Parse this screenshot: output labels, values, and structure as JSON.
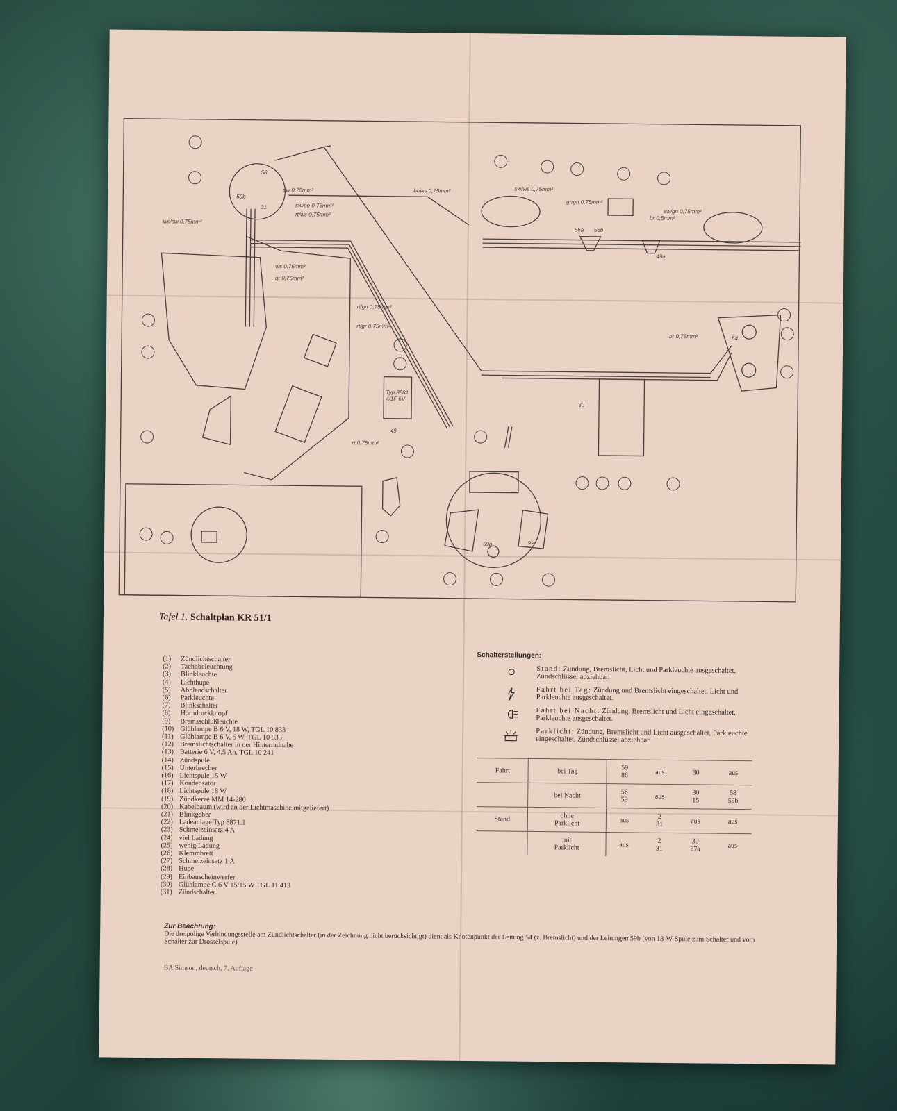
{
  "caption": {
    "prefix": "Tafel 1.",
    "title": "Schaltplan KR 51/1"
  },
  "legend": [
    {
      "n": "(1)",
      "t": "Zündlichtschalter"
    },
    {
      "n": "(2)",
      "t": "Tachobeleuchtung"
    },
    {
      "n": "(3)",
      "t": "Blinkleuchte"
    },
    {
      "n": "(4)",
      "t": "Lichthupe"
    },
    {
      "n": "(5)",
      "t": "Abblendschalter"
    },
    {
      "n": "(6)",
      "t": "Parkleuchte"
    },
    {
      "n": "(7)",
      "t": "Blinkschalter"
    },
    {
      "n": "(8)",
      "t": "Horndruckknopf"
    },
    {
      "n": "(9)",
      "t": "Bremsschlußleuchte"
    },
    {
      "n": "(10)",
      "t": "Glühlampe B 6 V, 18 W, TGL 10 833"
    },
    {
      "n": "(11)",
      "t": "Glühlampe B 6 V, 5 W, TGL 10 833"
    },
    {
      "n": "(12)",
      "t": "Bremslichtschalter in der Hinterradnabe"
    },
    {
      "n": "(13)",
      "t": "Batterie 6 V, 4,5 Ah, TGL 10 241"
    },
    {
      "n": "(14)",
      "t": "Zündspule"
    },
    {
      "n": "(15)",
      "t": "Unterbrecher"
    },
    {
      "n": "(16)",
      "t": "Lichtspule 15 W"
    },
    {
      "n": "(17)",
      "t": "Kondensator"
    },
    {
      "n": "(18)",
      "t": "Lichtspule 18 W"
    },
    {
      "n": "(19)",
      "t": "Zündkerze MM 14-280"
    },
    {
      "n": "(20)",
      "t": "Kabelbaum (wird an der Lichtmaschine mitgeliefert)"
    },
    {
      "n": "(21)",
      "t": "Blinkgeber"
    },
    {
      "n": "(22)",
      "t": "Ladeanlage Typ 8871.1"
    },
    {
      "n": "(23)",
      "t": "Schmelzeinsatz 4 A"
    },
    {
      "n": "(24)",
      "t": "viel Ladung"
    },
    {
      "n": "(25)",
      "t": "wenig Ladung"
    },
    {
      "n": "(26)",
      "t": "Klemmbrett"
    },
    {
      "n": "(27)",
      "t": "Schmelzeinsatz 1 A"
    },
    {
      "n": "(28)",
      "t": "Hupe"
    },
    {
      "n": "(29)",
      "t": "Einbauscheinwerfer"
    },
    {
      "n": "(30)",
      "t": "Glühlampe C 6 V 15/15 W TGL 11 413"
    },
    {
      "n": "(31)",
      "t": "Zündschalter"
    }
  ],
  "switch_positions": {
    "heading": "Schalterstellungen:",
    "items": [
      {
        "label": "Stand:",
        "text": "Zündung, Bremslicht, Licht und Parkleuchte ausgeschaltet. Zündschlüssel abziehbar.",
        "icon": "circle-icon"
      },
      {
        "label": "Fahrt bei Tag:",
        "text": "Zündung und Bremslicht eingeschaltet, Licht und Parkleuchte ausgeschaltet.",
        "icon": "lightning-icon"
      },
      {
        "label": "Fahrt bei Nacht:",
        "text": "Zündung, Bremslicht und Licht eingeschaltet, Parkleuchte ausgeschaltet.",
        "icon": "headlight-icon"
      },
      {
        "label": "Parklicht:",
        "text": "Zündung, Bremslicht und Licht ausgeschaltet, Parkleuchte eingeschaltet, Zündschlüssel abziehbar.",
        "icon": "parking-light-icon"
      }
    ]
  },
  "switch_table": {
    "rows": [
      {
        "group": "Fahrt",
        "mode": "bei Tag",
        "c1": "59\n86",
        "c2": "aus",
        "c3": "30",
        "c4": "aus"
      },
      {
        "group": "",
        "mode": "bei Nacht",
        "c1": "56\n59",
        "c2": "aus",
        "c3": "30\n15",
        "c4": "58\n59b"
      },
      {
        "group": "Stand",
        "mode": "ohne\nParklicht",
        "c1": "aus",
        "c2": "2\n31",
        "c3": "aus",
        "c4": "aus"
      },
      {
        "group": "",
        "mode": "mit\nParklicht",
        "c1": "aus",
        "c2": "2\n31",
        "c3": "30\n57a",
        "c4": "aus"
      }
    ]
  },
  "note": {
    "title": "Zur Beachtung:",
    "text": "Die dreipolige Verbindungsstelle am Zündlichtschalter (in der Zeichnung nicht berücksichtigt) dient als Knotenpunkt der Leitung 54 (z. Bremslicht) und der Leitungen 59b (von 18-W-Spule zum Schalter und vom Schalter zur Drosselspule)"
  },
  "footer": "BA Simson, deutsch, 7. Auflage",
  "diagram_labels": {
    "wires": [
      "sw 0,75mm²",
      "br/ws 0,75mm²",
      "sw/ge 0,75mm²",
      "rt/ws 0,75mm²",
      "ws/sw 0,75mm²",
      "ws 0,75mm²",
      "gr 0,75mm²",
      "rt/gn 0,75mm²",
      "rt/gr 0,75mm²",
      "rt 0,75mm²",
      "br 0,75mm²",
      "sw/gn 0,75mm²",
      "br 0,5mm²",
      "gr/gn 0,75mm²",
      "sw/ws 0,75mm²"
    ],
    "terminals": [
      "58",
      "59b",
      "31",
      "56a",
      "56b",
      "49a",
      "49",
      "30",
      "54",
      "59a",
      "59"
    ],
    "relay_type": "Typ 8581\n4/1F 6V"
  }
}
